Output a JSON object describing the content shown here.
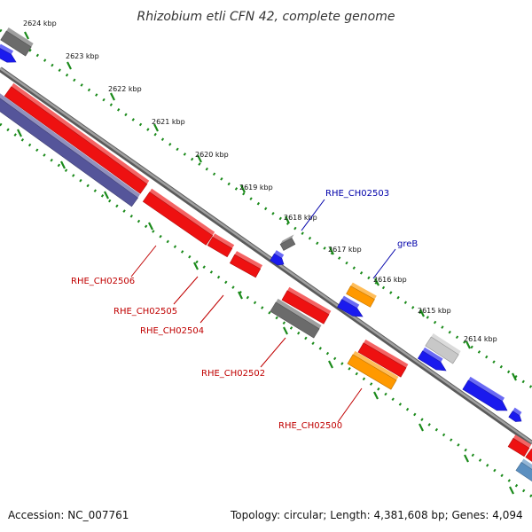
{
  "title": "Rhizobium etli CFN 42, complete genome",
  "footer": {
    "accession": "Accession: NC_007761",
    "summary": "Topology: circular; Length: 4,381,608 bp; Genes: 4,094"
  },
  "colors": {
    "background": "#ffffff",
    "backbone": "#8a8a8a",
    "tick_dots": "#1a8a1a",
    "label_red": "#c00000",
    "label_blue": "#0000aa",
    "gene_red": "#ee1111",
    "gene_blue": "#1a1aee",
    "gene_orange": "#ff9900",
    "gene_gray": "#6b6b6b",
    "gene_lightgray": "#c8c8c8",
    "gene_navy": "#55559a",
    "gene_steel": "#5b8fc0"
  },
  "scale_labels": [
    "2624 kbp",
    "2623 kbp",
    "2622 kbp",
    "2621 kbp",
    "2620 kbp",
    "2619 kbp",
    "2618 kbp",
    "2617 kbp",
    "2616 kbp",
    "2615 kbp",
    "2614 kbp"
  ],
  "gene_labels": [
    {
      "text": "RHE_CH02503",
      "color": "blue"
    },
    {
      "text": "greB",
      "color": "blue"
    },
    {
      "text": "RHE_CH02506",
      "color": "red"
    },
    {
      "text": "RHE_CH02505",
      "color": "red"
    },
    {
      "text": "RHE_CH02504",
      "color": "red"
    },
    {
      "text": "RHE_CH02502",
      "color": "red"
    },
    {
      "text": "RHE_CH02500",
      "color": "red"
    }
  ]
}
